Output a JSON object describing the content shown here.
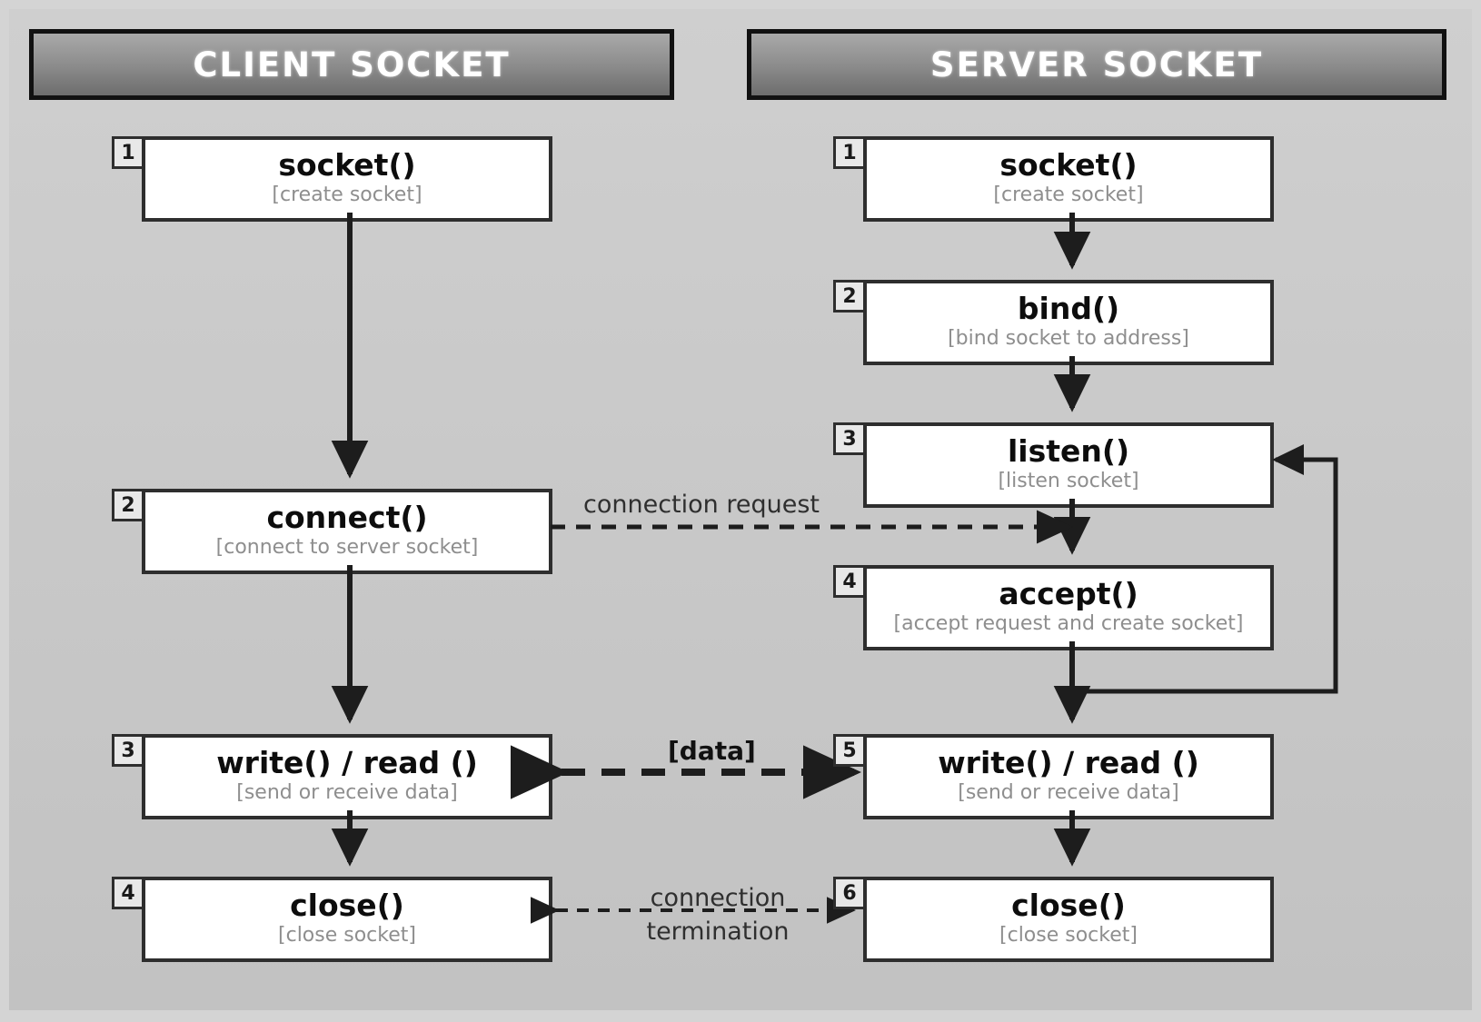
{
  "diagram": {
    "title": "client server socket api flow",
    "background_color": "#c9c9c9",
    "columns": [
      {
        "id": "client",
        "header": "CLIENT SOCKET"
      },
      {
        "id": "server",
        "header": "SERVER SOCKET"
      }
    ],
    "client_nodes": [
      {
        "step": "1",
        "fn": "socket()",
        "desc": "[create socket]"
      },
      {
        "step": "2",
        "fn": "connect()",
        "desc": "[connect to server socket]"
      },
      {
        "step": "3",
        "fn": "write() / read ()",
        "desc": "[send or receive data]"
      },
      {
        "step": "4",
        "fn": "close()",
        "desc": "[close socket]"
      }
    ],
    "server_nodes": [
      {
        "step": "1",
        "fn": "socket()",
        "desc": "[create socket]"
      },
      {
        "step": "2",
        "fn": "bind()",
        "desc": "[bind socket to address]"
      },
      {
        "step": "3",
        "fn": "listen()",
        "desc": "[listen socket]"
      },
      {
        "step": "4",
        "fn": "accept()",
        "desc": "[accept request and create socket]"
      },
      {
        "step": "5",
        "fn": "write() / read ()",
        "desc": "[send or receive data]"
      },
      {
        "step": "6",
        "fn": "close()",
        "desc": "[close socket]"
      }
    ],
    "edge_labels": {
      "connection_request": "connection  request",
      "data": "[data]",
      "termination_line1": "connection",
      "termination_line2": "termination"
    },
    "colors": {
      "header_gradient_top": "#a9a9a9",
      "header_gradient_bottom": "#6d6d6d",
      "header_text": "#ffffff",
      "node_fill": "#ffffff",
      "node_border": "#2e2e2e",
      "desc_text": "#8e8e8e",
      "step_tab_fill": "#e8e8e8"
    }
  }
}
